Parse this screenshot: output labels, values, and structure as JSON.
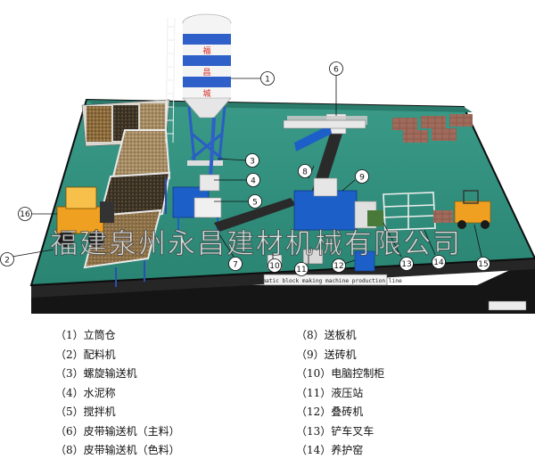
{
  "colors": {
    "table_top": "#2f8f7e",
    "table_edge": "#111111",
    "belt": "#2a2a2a",
    "machine_blue": "#1d5fc8",
    "silo_blue": "#2f5fc9",
    "forklift_orange": "#f0a020",
    "silo_text_red": "#d2271d"
  },
  "silo": {
    "characters": [
      "福",
      "昌",
      "城"
    ]
  },
  "line_sign": {
    "label": "Automatic block making machine production line"
  },
  "callout_numbers": [
    "1",
    "2",
    "3",
    "4",
    "5",
    "6",
    "7",
    "8",
    "9",
    "10",
    "11",
    "12",
    "13",
    "14",
    "15",
    "16"
  ],
  "watermark": "福建泉州永昌建材机械有限公司",
  "legend_left": [
    "（1）立筒仓",
    "（2）配料机",
    "（3）螺旋输送机",
    "（4）水泥称",
    "（5）搅拌机",
    "（6）皮带输送机（主料）",
    "（8）皮带输送机（色料）"
  ],
  "legend_right": [
    "（8）送板机",
    "（9）送砖机",
    "（10）电脑控制柜",
    "（11）液压站",
    "（12）叠砖机",
    "（13）铲车叉车",
    "（14）养护窑"
  ]
}
